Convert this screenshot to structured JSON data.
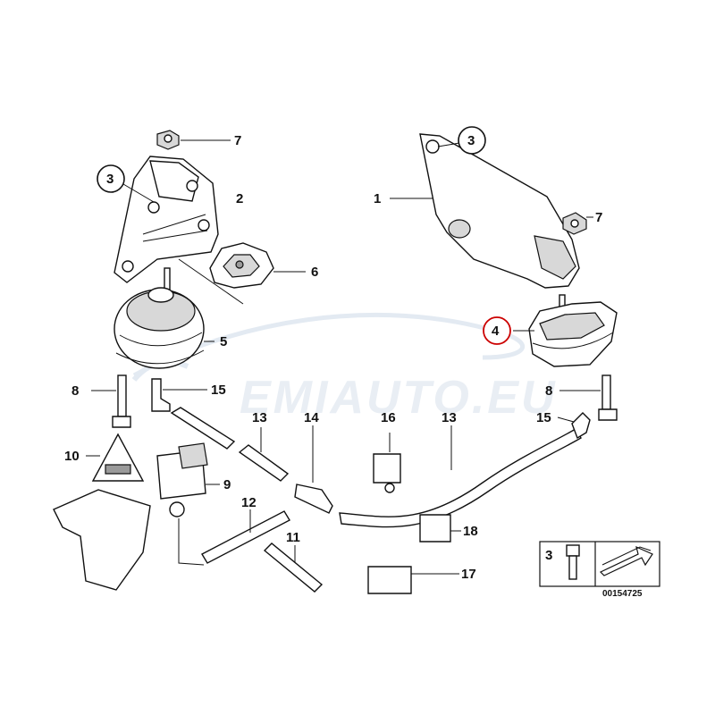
{
  "watermark": "EMIAUTO.EU",
  "callouts": {
    "c1": "1",
    "c2": "2",
    "c3a": "3",
    "c3b": "3",
    "c4": "4",
    "c5": "5",
    "c6": "6",
    "c7a": "7",
    "c7b": "7",
    "c8a": "8",
    "c8b": "8",
    "c9": "9",
    "c10": "10",
    "c11": "11",
    "c12": "12",
    "c13a": "13",
    "c13b": "13",
    "c14": "14",
    "c15a": "15",
    "c15b": "15",
    "c16": "16",
    "c17": "17",
    "c18": "18"
  },
  "legend_box": {
    "number": "3"
  },
  "reference_number": "00154725",
  "colors": {
    "highlight_circle": "#cc0000",
    "ink": "#111111",
    "watermark": "#e9eef4"
  }
}
